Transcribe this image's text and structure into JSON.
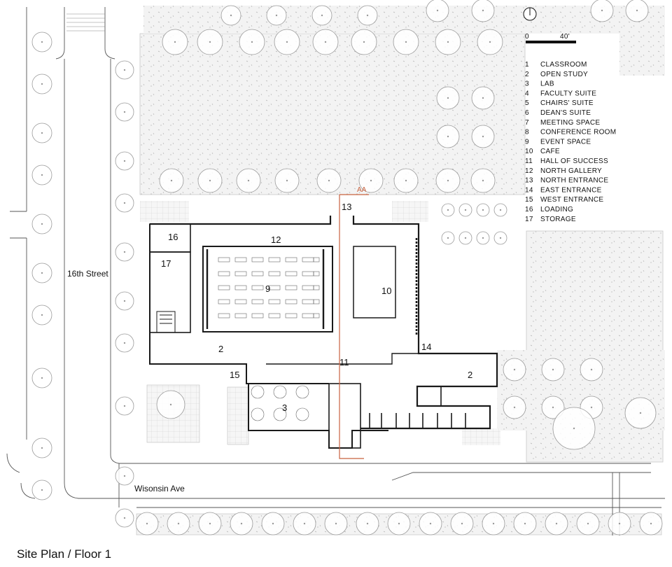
{
  "caption": "Site Plan / Floor 1",
  "streets": {
    "vertical": "16th Street",
    "horizontal": "Wisonsin Ave"
  },
  "section_marker": "AA",
  "scale_bar": {
    "start": "0",
    "end": "40'"
  },
  "legend": [
    {
      "num": "1",
      "name": "CLASSROOM"
    },
    {
      "num": "2",
      "name": "OPEN STUDY"
    },
    {
      "num": "3",
      "name": "LAB"
    },
    {
      "num": "4",
      "name": "FACULTY SUITE"
    },
    {
      "num": "5",
      "name": "CHAIRS' SUITE"
    },
    {
      "num": "6",
      "name": "DEAN'S SUITE"
    },
    {
      "num": "7",
      "name": "MEETING SPACE"
    },
    {
      "num": "8",
      "name": "CONFERENCE ROOM"
    },
    {
      "num": "9",
      "name": "EVENT SPACE"
    },
    {
      "num": "10",
      "name": "CAFE"
    },
    {
      "num": "11",
      "name": "HALL OF SUCCESS"
    },
    {
      "num": "12",
      "name": "NORTH GALLERY"
    },
    {
      "num": "13",
      "name": "NORTH ENTRANCE"
    },
    {
      "num": "14",
      "name": "EAST ENTRANCE"
    },
    {
      "num": "15",
      "name": "WEST ENTRANCE"
    },
    {
      "num": "16",
      "name": "LOADING"
    },
    {
      "num": "17",
      "name": "STORAGE"
    }
  ],
  "room_labels": {
    "r16": "16",
    "r17": "17",
    "r12": "12",
    "r9": "9",
    "r13": "13",
    "r10": "10",
    "r2w": "2",
    "r11": "11",
    "r14": "14",
    "r2e": "2",
    "r15": "15",
    "r3": "3"
  },
  "colors": {
    "line": "#1a1a1a",
    "section": "#c8623f",
    "tree": "#9a9a9a",
    "grass": "#f1f1f1"
  }
}
